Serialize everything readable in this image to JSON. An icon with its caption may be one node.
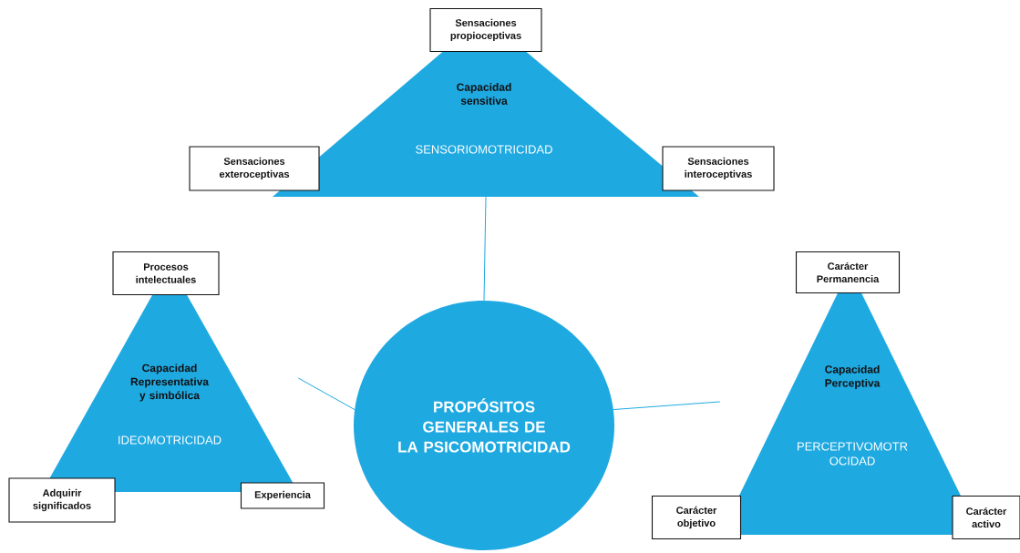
{
  "diagram": {
    "nodes": [
      {
        "text": [
          "Sensaciones propioceptivas"
        ]
      },
      {
        "text": [
          "Capacidad sensitiva",
          "SENSORIOMOTRICIDAD"
        ]
      },
      {
        "text": [
          "Sensaciones exteroceptivas"
        ]
      },
      {
        "text": [
          "Sensaciones interoceptivas"
        ]
      },
      {
        "text": [
          "Procesos intelectuales"
        ]
      },
      {
        "text": [
          "Carácter Permanencia"
        ]
      },
      {
        "text": [
          "Capacidad Representativa y simbólica",
          "IDEOMOTRICIDAD"
        ]
      },
      {
        "text": [
          "PROPÓSITOS GENERALES DE LA PSICOMOTRICIDAD"
        ]
      },
      {
        "text": [
          "Capacidad Perceptiva",
          "PERCEPTIVOMOTR OCIDAD"
        ]
      },
      {
        "text": [
          "Adquirir significados"
        ]
      },
      {
        "text": [
          "Experiencia"
        ]
      },
      {
        "text": [
          "Carácter objetivo"
        ]
      },
      {
        "text": [
          "Carácter activo"
        ]
      }
    ],
    "edges": [
      {
        "from": 7,
        "to": 1,
        "arrow": "none"
      },
      {
        "from": 7,
        "to": 6,
        "arrow": "none"
      },
      {
        "from": 7,
        "to": 8,
        "arrow": "none"
      }
    ]
  }
}
